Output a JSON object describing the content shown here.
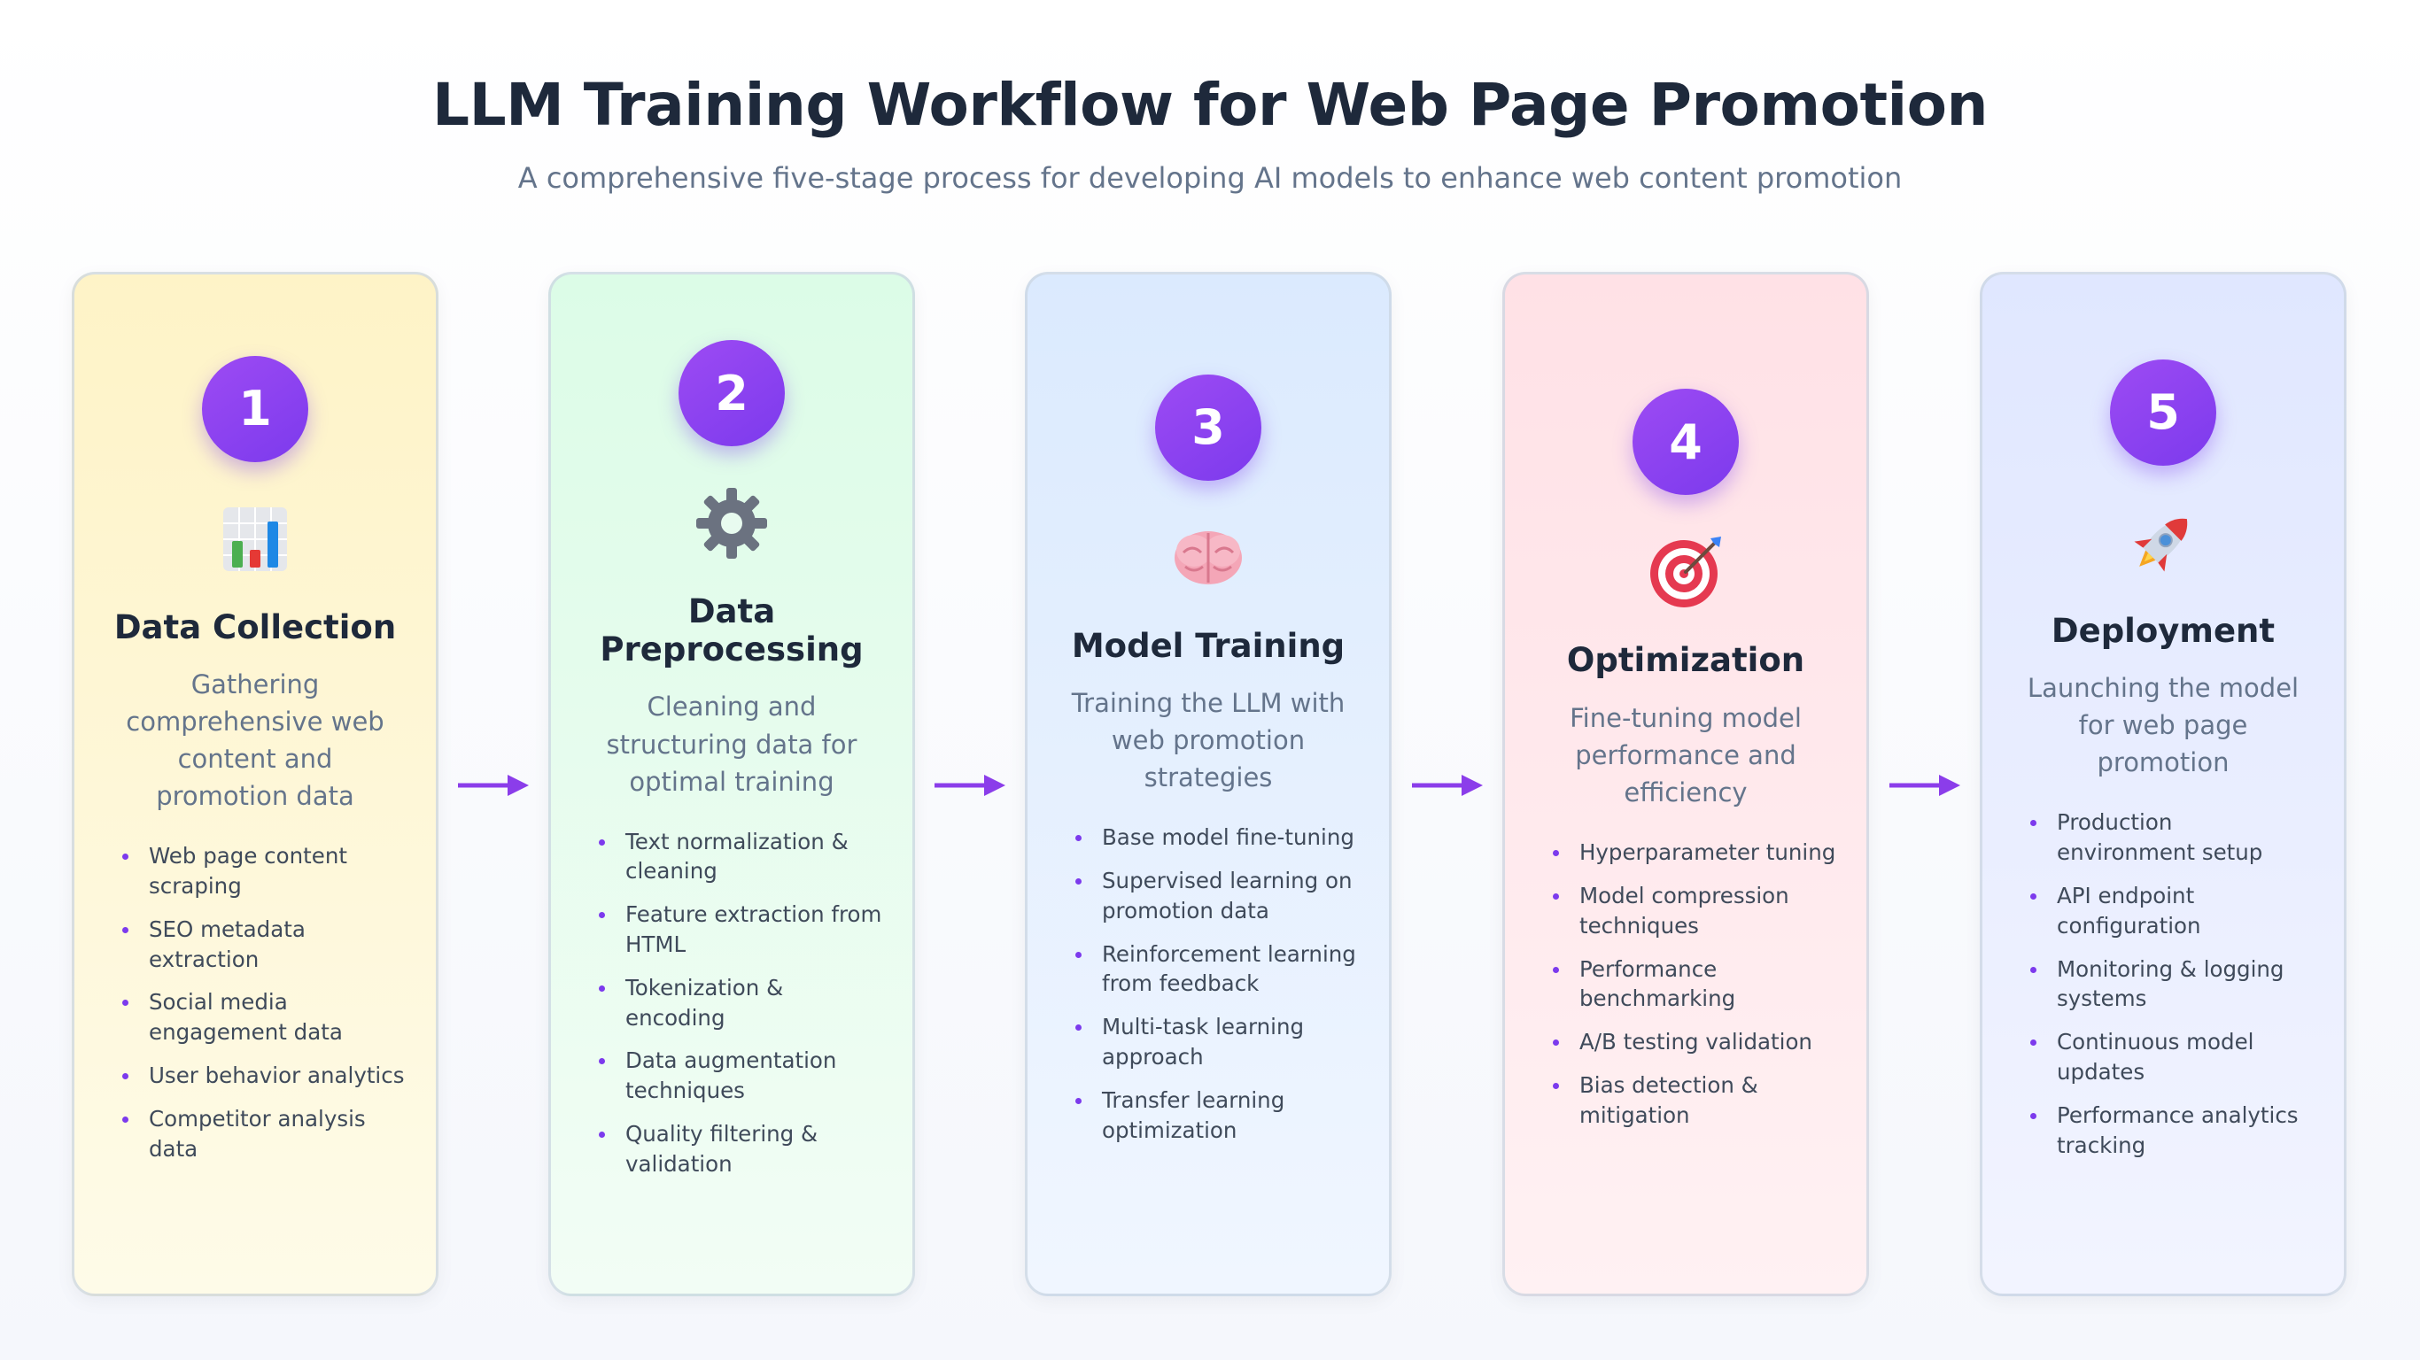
{
  "header": {
    "title": "LLM Training Workflow for Web Page Promotion",
    "subtitle": "A comprehensive five-stage process for developing AI models to enhance web content promotion"
  },
  "colors": {
    "accent": "#7c3aed",
    "title": "#1e293b",
    "muted": "#64748b"
  },
  "stages": [
    {
      "number": "1",
      "icon": "bar-chart-icon",
      "title": "Data Collection",
      "description": "Gathering comprehensive web content and promotion data",
      "items": [
        "Web page content scraping",
        "SEO metadata extraction",
        "Social media engagement data",
        "User behavior analytics",
        "Competitor analysis data"
      ]
    },
    {
      "number": "2",
      "icon": "gear-icon",
      "title": "Data Preprocessing",
      "description": "Cleaning and structuring data for optimal training",
      "items": [
        "Text normalization & cleaning",
        "Feature extraction from HTML",
        "Tokenization & encoding",
        "Data augmentation techniques",
        "Quality filtering & validation"
      ]
    },
    {
      "number": "3",
      "icon": "brain-icon",
      "title": "Model Training",
      "description": "Training the LLM with web promotion strategies",
      "items": [
        "Base model fine-tuning",
        "Supervised learning on promotion data",
        "Reinforcement learning from feedback",
        "Multi-task learning approach",
        "Transfer learning optimization"
      ]
    },
    {
      "number": "4",
      "icon": "target-icon",
      "title": "Optimization",
      "description": "Fine-tuning model performance and efficiency",
      "items": [
        "Hyperparameter tuning",
        "Model compression techniques",
        "Performance benchmarking",
        "A/B testing validation",
        "Bias detection & mitigation"
      ]
    },
    {
      "number": "5",
      "icon": "rocket-icon",
      "title": "Deployment",
      "description": "Launching the model for web page promotion",
      "items": [
        "Production environment setup",
        "API endpoint configuration",
        "Monitoring & logging systems",
        "Continuous model updates",
        "Performance analytics tracking"
      ]
    }
  ]
}
